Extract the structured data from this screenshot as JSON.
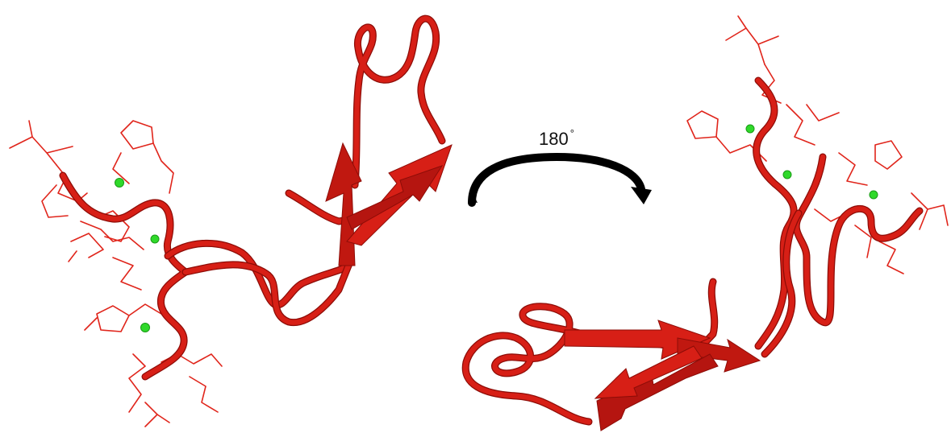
{
  "figure": {
    "rotation_label": "180",
    "degree_symbol": "°",
    "colors": {
      "ribbon": "#d71f16",
      "ribbon_dark": "#8d0c07",
      "sticks": "#e0251b",
      "ions": "#2fd92a",
      "arrow": "#000000",
      "background": "#ffffff"
    },
    "left_structure": {
      "ion_count": 3
    },
    "right_structure": {
      "ion_count": 3
    }
  }
}
